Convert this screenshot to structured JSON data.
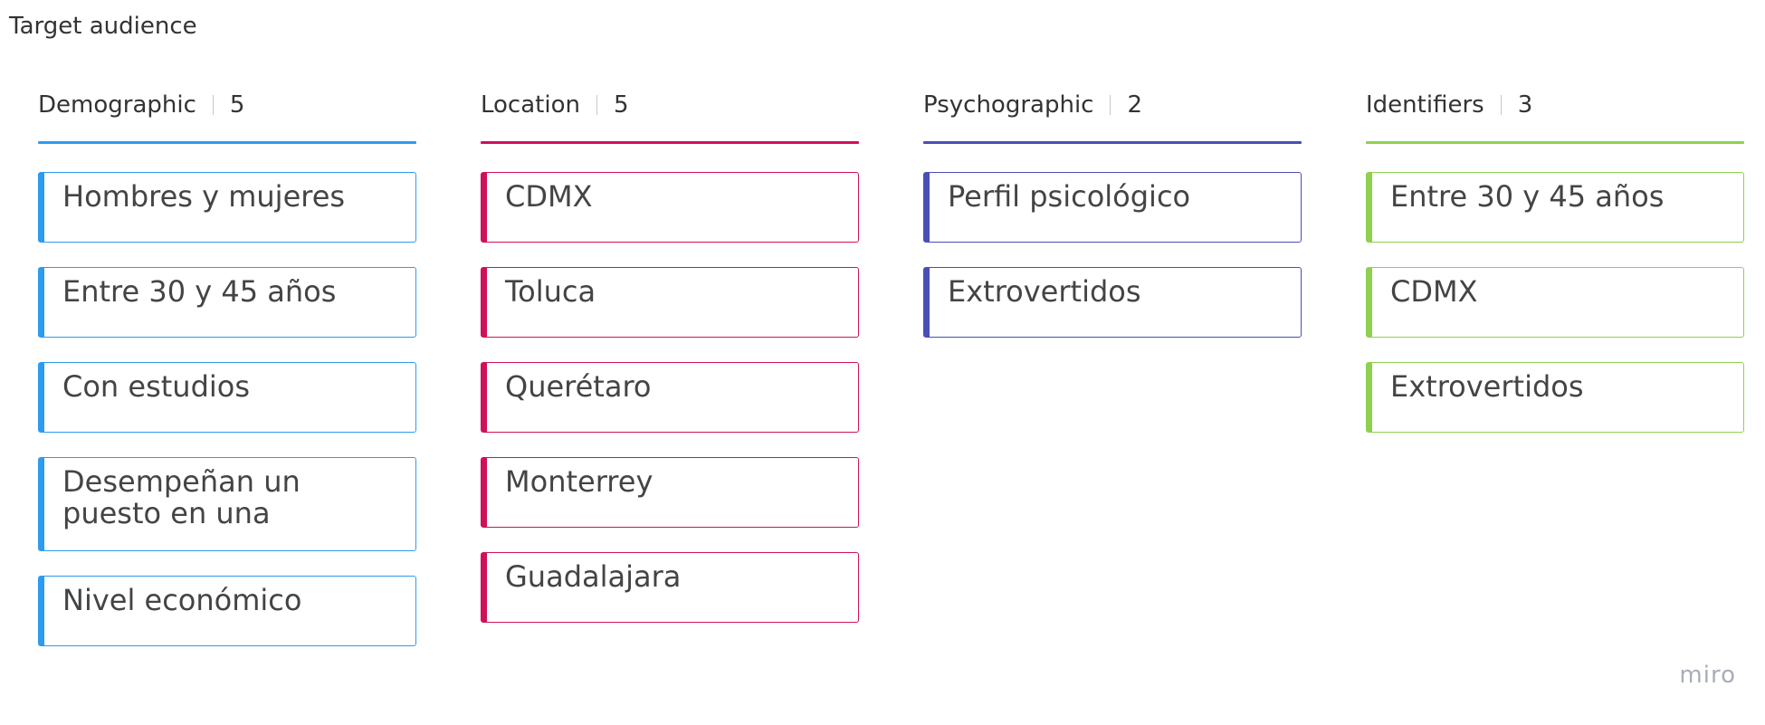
{
  "board": {
    "title": "Target audience"
  },
  "columns": [
    {
      "name": "Demographic",
      "count": "5",
      "color": "#2d9bf0",
      "cards": [
        "Hombres y mujeres",
        "Entre 30 y 45 años",
        "Con estudios",
        "Desempeñan un puesto en una",
        "Nivel económico"
      ]
    },
    {
      "name": "Location",
      "count": "5",
      "color": "#d0105a",
      "cards": [
        "CDMX",
        "Toluca",
        "Querétaro",
        "Monterrey",
        "Guadalajara"
      ]
    },
    {
      "name": "Psychographic",
      "count": "2",
      "color": "#4a4fb5",
      "cards": [
        "Perfil psicológico",
        "Extrovertidos"
      ]
    },
    {
      "name": "Identifiers",
      "count": "3",
      "color": "#8fd14f",
      "cards": [
        "Entre 30 y 45 años",
        "CDMX",
        "Extrovertidos"
      ]
    }
  ],
  "watermark": "miro"
}
